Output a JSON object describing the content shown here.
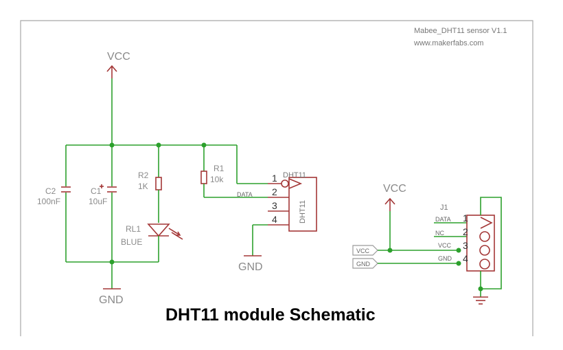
{
  "header": {
    "project": "Mabee_DHT11 sensor V1.1",
    "website": "www.makerfabs.com"
  },
  "title": "DHT11 module Schematic",
  "power": {
    "vcc_left": "VCC",
    "gnd_left": "GND",
    "gnd_mid": "GND",
    "vcc_right": "VCC"
  },
  "components": {
    "c2": {
      "ref": "C2",
      "value": "100nF"
    },
    "c1": {
      "ref": "C1",
      "value": "10uF"
    },
    "r2": {
      "ref": "R2",
      "value": "1K"
    },
    "rl1": {
      "ref": "RL1",
      "value": "BLUE"
    },
    "r1": {
      "ref": "R1",
      "value": "10k"
    },
    "dht11": {
      "ref": "DHT11",
      "body_label": "DHT11",
      "net_data": "DATA",
      "pins": [
        "1",
        "2",
        "3",
        "4"
      ]
    },
    "j1": {
      "ref": "J1",
      "pins": [
        "1",
        "2",
        "3",
        "4"
      ],
      "pin_nets": [
        "DATA",
        "NC",
        "VCC",
        "GND"
      ]
    }
  },
  "net_tags": {
    "vcc": "VCC",
    "gnd": "GND"
  }
}
